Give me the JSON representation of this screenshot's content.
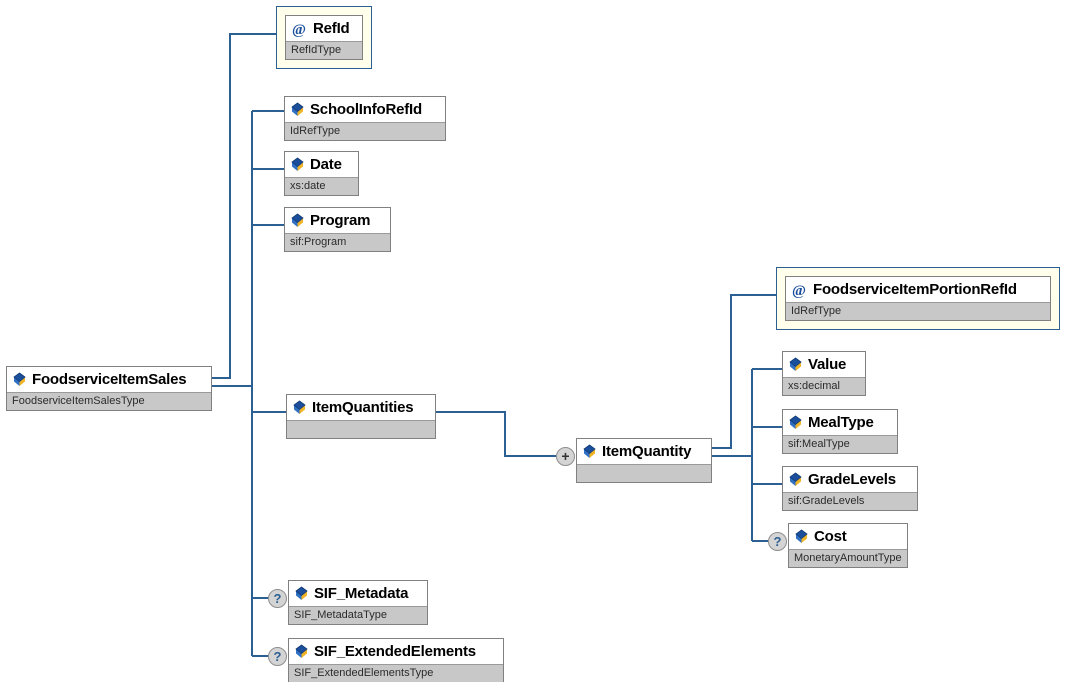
{
  "diagram": {
    "title": "FoodserviceItemSales XML schema element diagram",
    "line_color": "#2c5f92",
    "attribute_fill": "#ffffec",
    "type_bar_color": "#c8c8c8"
  },
  "nodes": {
    "root": {
      "name": "FoodserviceItemSales",
      "type": "FoodserviceItemSalesType",
      "kind": "element"
    },
    "refid": {
      "name": "RefId",
      "type": "RefIdType",
      "kind": "attribute"
    },
    "school_info_refid": {
      "name": "SchoolInfoRefId",
      "type": "IdRefType",
      "kind": "element"
    },
    "date": {
      "name": "Date",
      "type": "xs:date",
      "kind": "element"
    },
    "program": {
      "name": "Program",
      "type": "sif:Program",
      "kind": "element"
    },
    "item_quantities": {
      "name": "ItemQuantities",
      "type": "",
      "kind": "element"
    },
    "item_quantity": {
      "name": "ItemQuantity",
      "type": "",
      "kind": "element"
    },
    "portion_refid": {
      "name": "FoodserviceItemPortionRefId",
      "type": "IdRefType",
      "kind": "attribute"
    },
    "value": {
      "name": "Value",
      "type": "xs:decimal",
      "kind": "element"
    },
    "meal_type": {
      "name": "MealType",
      "type": "sif:MealType",
      "kind": "element"
    },
    "grade_levels": {
      "name": "GradeLevels",
      "type": "sif:GradeLevels",
      "kind": "element"
    },
    "cost": {
      "name": "Cost",
      "type": "MonetaryAmountType",
      "kind": "element"
    },
    "sif_metadata": {
      "name": "SIF_Metadata",
      "type": "SIF_MetadataType",
      "kind": "element"
    },
    "sif_extended_elements": {
      "name": "SIF_ExtendedElements",
      "type": "SIF_ExtendedElementsType",
      "kind": "element"
    }
  },
  "markers": {
    "expand": "+",
    "optional": "?"
  },
  "icons": {
    "element": "element-icon",
    "attribute": "attribute-at-icon",
    "expand": "expand-plus-icon",
    "optional": "optional-question-icon"
  }
}
